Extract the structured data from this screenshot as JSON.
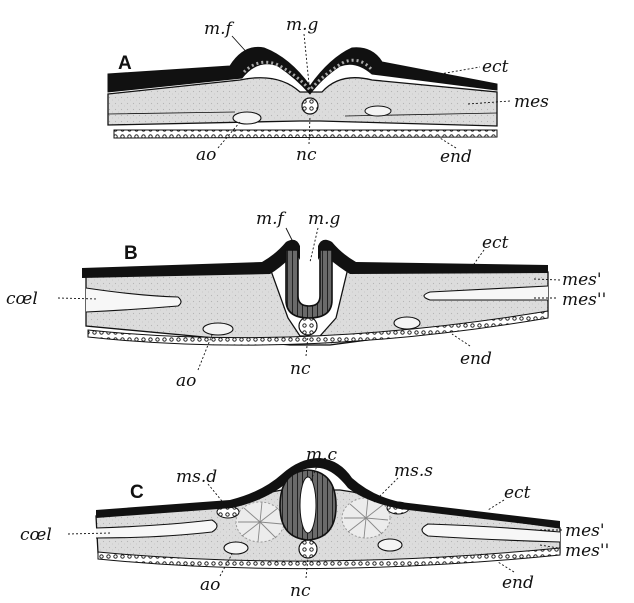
{
  "panels": [
    {
      "letter": "A",
      "labels": {
        "mf": "m.f",
        "mg": "m.g",
        "ect": "ect",
        "mes": "mes",
        "ao": "ao",
        "nc": "nc",
        "end": "end"
      }
    },
    {
      "letter": "B",
      "labels": {
        "mf": "m.f",
        "mg": "m.g",
        "ect": "ect",
        "mes1": "mes'",
        "mes2": "mes''",
        "coel": "cœl",
        "ao": "ao",
        "nc": "nc",
        "end": "end"
      }
    },
    {
      "letter": "C",
      "labels": {
        "msd": "ms.d",
        "mc": "m.c",
        "mss": "ms.s",
        "ect": "ect",
        "mes1": "mes'",
        "mes2": "mes''",
        "coel": "cœl",
        "ao": "ao",
        "nc": "nc",
        "end": "end"
      }
    }
  ],
  "colors": {
    "ink": "#111111",
    "mesoderm": "#dedede",
    "background": "#ffffff"
  }
}
